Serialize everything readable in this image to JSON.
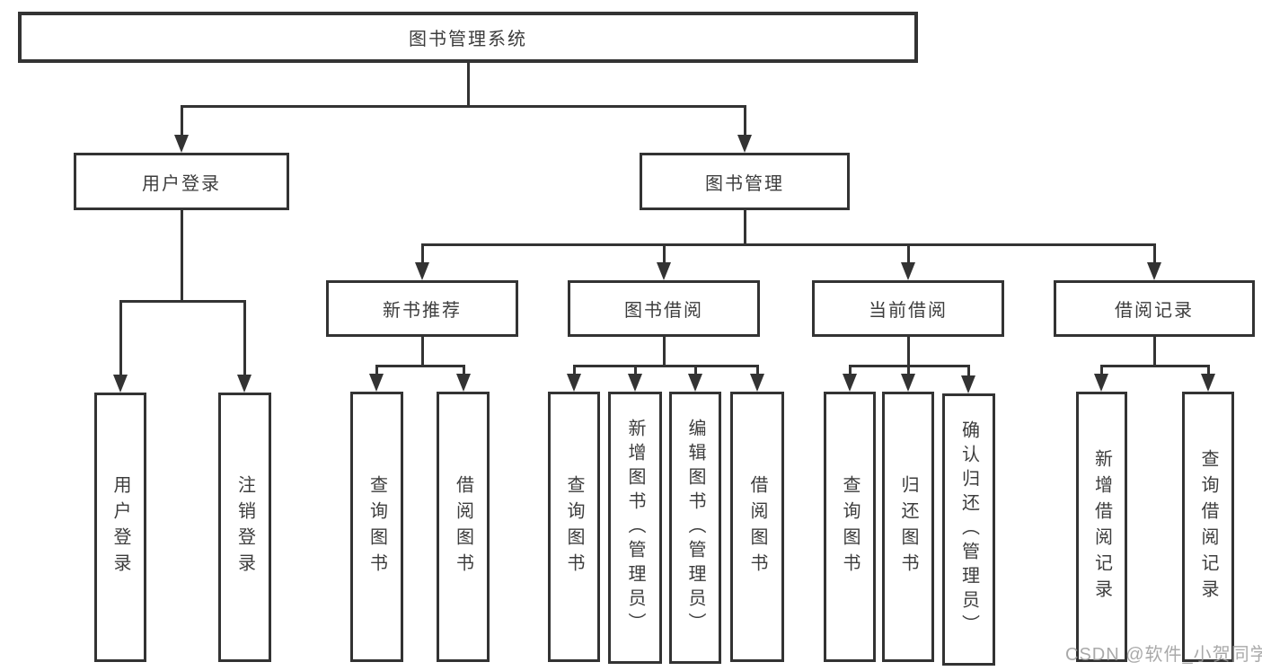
{
  "title": "图书管理系统",
  "watermark": {
    "text": "CSDN @软件_小贺同学"
  },
  "colors": {
    "line": "#333333",
    "text": "#3d3d3d",
    "background": "#ffffff",
    "watermark": "#9b9b9b"
  },
  "nodes": {
    "root": {
      "label": "图书管理系统"
    },
    "user_login": {
      "label": "用户登录"
    },
    "book_management": {
      "label": "图书管理"
    },
    "new_book_recommend": {
      "label": "新书推荐"
    },
    "book_borrowing": {
      "label": "图书借阅"
    },
    "current_borrowing": {
      "label": "当前借阅"
    },
    "borrowing_records": {
      "label": "借阅记录"
    },
    "leaf_user_login": {
      "label": "用户登录"
    },
    "leaf_logout": {
      "label": "注销登录"
    },
    "leaf_query_books_recommend": {
      "label": "查询图书"
    },
    "leaf_borrow_books_recommend": {
      "label": "借阅图书"
    },
    "leaf_query_books_borrowing": {
      "label": "查询图书"
    },
    "leaf_add_books_admin": {
      "label": "新增图书（管理员）"
    },
    "leaf_edit_books_admin": {
      "label": "编辑图书（管理员）"
    },
    "leaf_borrow_books_borrowing": {
      "label": "借阅图书"
    },
    "leaf_query_books_current": {
      "label": "查询图书"
    },
    "leaf_return_books": {
      "label": "归还图书"
    },
    "leaf_confirm_return_admin": {
      "label": "确认归还（管理员）"
    },
    "leaf_add_borrow_record": {
      "label": "新增借阅记录"
    },
    "leaf_query_borrow_record": {
      "label": "查询借阅记录"
    }
  }
}
